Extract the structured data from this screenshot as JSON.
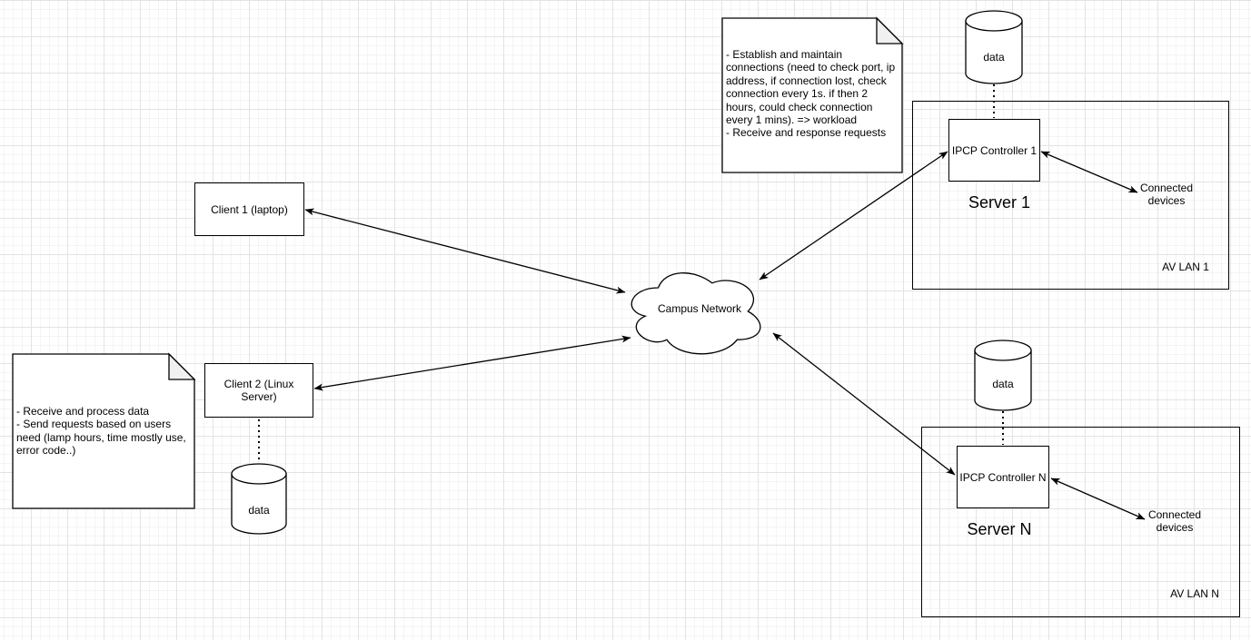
{
  "canvas": {
    "stroke": "#000000",
    "fill": "#ffffff",
    "note_fold": "#f0f0f0",
    "grid_minor": "#f4f4f4",
    "grid_major": "#e3e3e3"
  },
  "cloud": {
    "label": "Campus Network"
  },
  "client1": {
    "label": "Client 1 (laptop)"
  },
  "client2": {
    "label": "Client 2 (Linux Server)",
    "datastore": "data"
  },
  "server1": {
    "name": "Server 1",
    "controller": "IPCP Controller 1",
    "lan": "AV LAN 1",
    "connected": "Connected devices",
    "datastore": "data"
  },
  "serverN": {
    "name": "Server N",
    "controller": "IPCP Controller N",
    "lan": "AV LAN N",
    "connected": "Connected devices",
    "datastore": "data"
  },
  "notes": {
    "server_tasks": "- Establish and maintain connections (need to check port, ip address, if connection lost, check connection every 1s. if then 2 hours, could check connection every 1 mins). => workload\n- Receive and response requests",
    "client_tasks": "- Receive and process data\n- Send requests based on users need (lamp hours, time mostly use, error code..)"
  }
}
